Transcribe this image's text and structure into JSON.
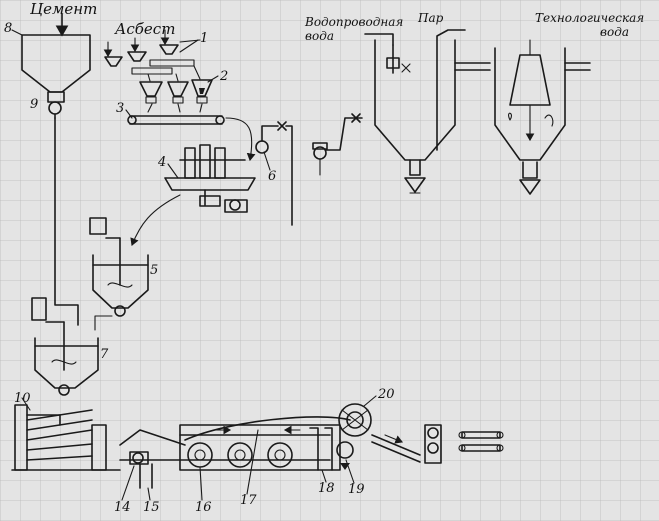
{
  "labels": {
    "cement": "Цемент",
    "asbestos": "Асбест",
    "tap_water_line1": "Водопроводная",
    "tap_water_line2": "вода",
    "steam": "Пар",
    "process_water_line1": "Технологическая",
    "process_water_line2": "вода"
  },
  "numbers": {
    "n1": "1",
    "n2": "2",
    "n3": "3",
    "n4": "4",
    "n5": "5",
    "n6": "6",
    "n7": "7",
    "n8": "8",
    "n9": "9",
    "n10": "10",
    "n14": "14",
    "n15": "15",
    "n16": "16",
    "n17": "17",
    "n18": "18",
    "n19": "19",
    "n20": "20"
  },
  "colors": {
    "paper": "#e4e4e4",
    "grid": "#b9b9b9",
    "ink": "#1a1a1a"
  }
}
